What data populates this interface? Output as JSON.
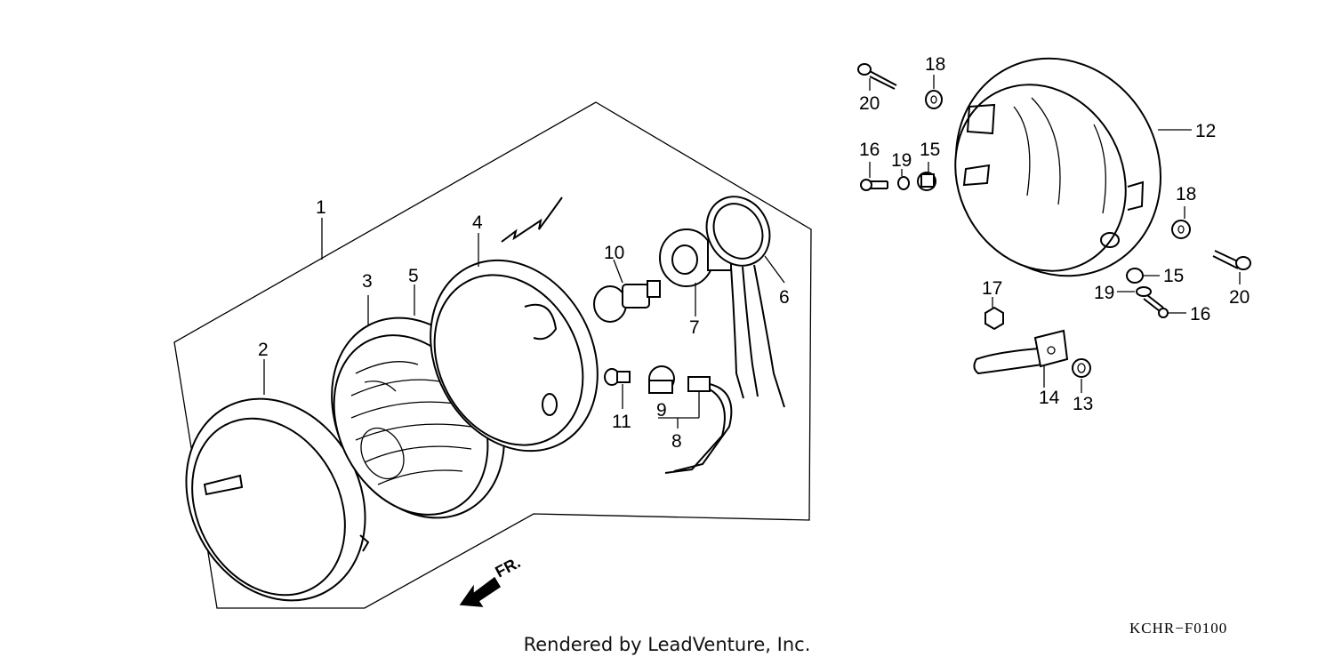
{
  "diagram": {
    "drawing_code": "KCHR−F0100",
    "front_marker": "FR.",
    "credit": "Rendered by LeadVenture, Inc.",
    "callouts": [
      {
        "id": "c1",
        "text": "1"
      },
      {
        "id": "c2",
        "text": "2"
      },
      {
        "id": "c3",
        "text": "3"
      },
      {
        "id": "c4",
        "text": "4"
      },
      {
        "id": "c5",
        "text": "5"
      },
      {
        "id": "c6",
        "text": "6"
      },
      {
        "id": "c7",
        "text": "7"
      },
      {
        "id": "c8",
        "text": "8"
      },
      {
        "id": "c9",
        "text": "9"
      },
      {
        "id": "c10",
        "text": "10"
      },
      {
        "id": "c11",
        "text": "11"
      },
      {
        "id": "c12",
        "text": "12"
      },
      {
        "id": "c13",
        "text": "13"
      },
      {
        "id": "c14",
        "text": "14"
      },
      {
        "id": "c15a",
        "text": "15"
      },
      {
        "id": "c15b",
        "text": "15"
      },
      {
        "id": "c16a",
        "text": "16"
      },
      {
        "id": "c16b",
        "text": "16"
      },
      {
        "id": "c17",
        "text": "17"
      },
      {
        "id": "c18a",
        "text": "18"
      },
      {
        "id": "c18b",
        "text": "18"
      },
      {
        "id": "c19a",
        "text": "19"
      },
      {
        "id": "c19b",
        "text": "19"
      },
      {
        "id": "c20a",
        "text": "20"
      },
      {
        "id": "c20b",
        "text": "20"
      }
    ]
  }
}
